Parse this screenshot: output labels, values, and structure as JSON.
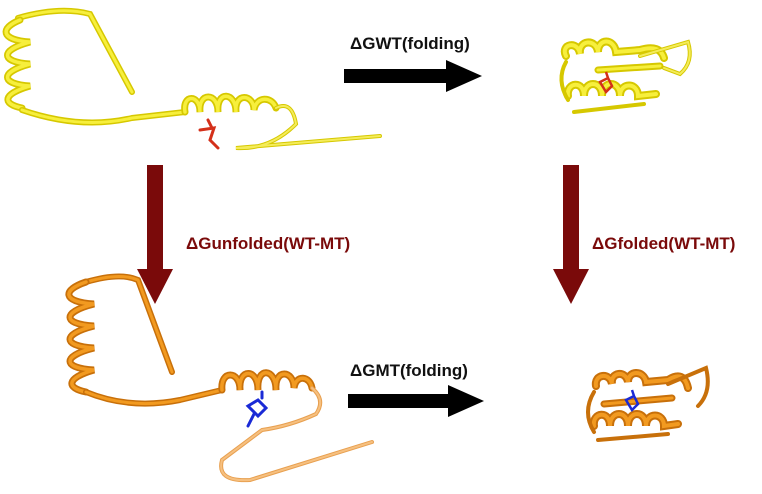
{
  "labels": {
    "wt_folding": "ΔGWT(folding)",
    "mt_folding": "ΔGMT(folding)",
    "unfolded_diff": "ΔGunfolded(WT-MT)",
    "folded_diff": "ΔGfolded(WT-MT)"
  },
  "colors": {
    "wild_type_protein": "#f2ea1c",
    "mutant_protein": "#ee9a1e",
    "wt_residue": "#d4301a",
    "mt_residue": "#1a2ad6",
    "horizontal_arrow": "#000000",
    "vertical_arrow": "#7a0a0a"
  },
  "structures": {
    "top_left": "wild-type unfolded",
    "top_right": "wild-type folded",
    "bottom_left": "mutant unfolded",
    "bottom_right": "mutant folded"
  }
}
